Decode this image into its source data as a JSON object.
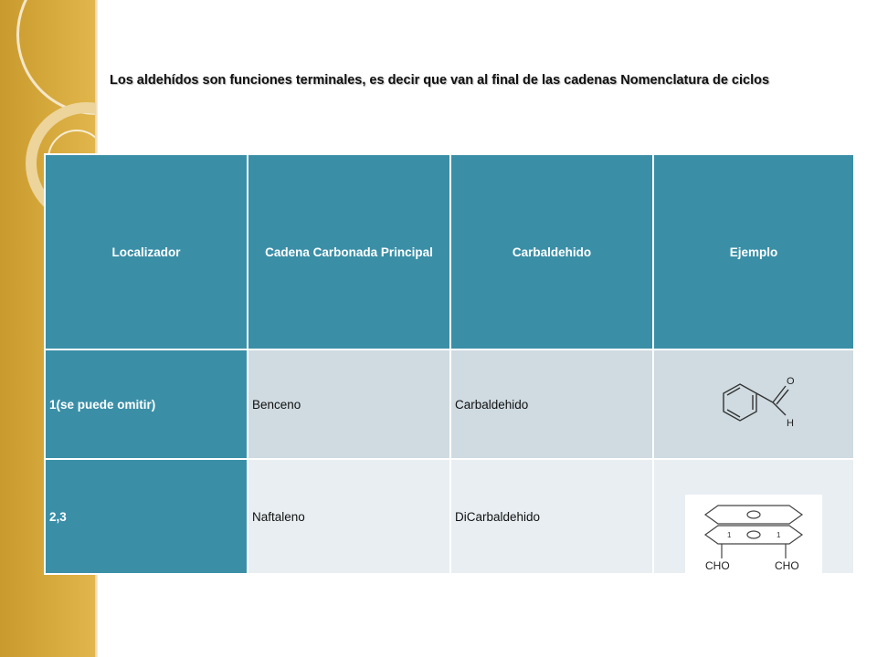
{
  "title": "Los aldehídos son funciones terminales, es decir que van al final de las cadenas Nomenclatura de ciclos",
  "table": {
    "headers": [
      "Localizador",
      "Cadena Carbonada Principal",
      "Carbaldehido",
      "Ejemplo"
    ],
    "rows": [
      {
        "localizador": "1(se puede omitir)",
        "cadena": "Benceno",
        "carbaldehido": "Carbaldehido",
        "example": {
          "atom_o": "O",
          "atom_h": "H"
        }
      },
      {
        "localizador": "2,3",
        "cadena": "Naftaleno",
        "carbaldehido": "DiCarbaldehido",
        "example": {
          "num_left": "1",
          "num_right": "1",
          "cho_left": "CHO",
          "cho_right": "CHO"
        }
      }
    ]
  },
  "colors": {
    "header_teal": "#3a8fa7",
    "row_light": "#cfdbe1",
    "row_lighter": "#e8eef2",
    "side_gold": "#d7aa3e"
  }
}
